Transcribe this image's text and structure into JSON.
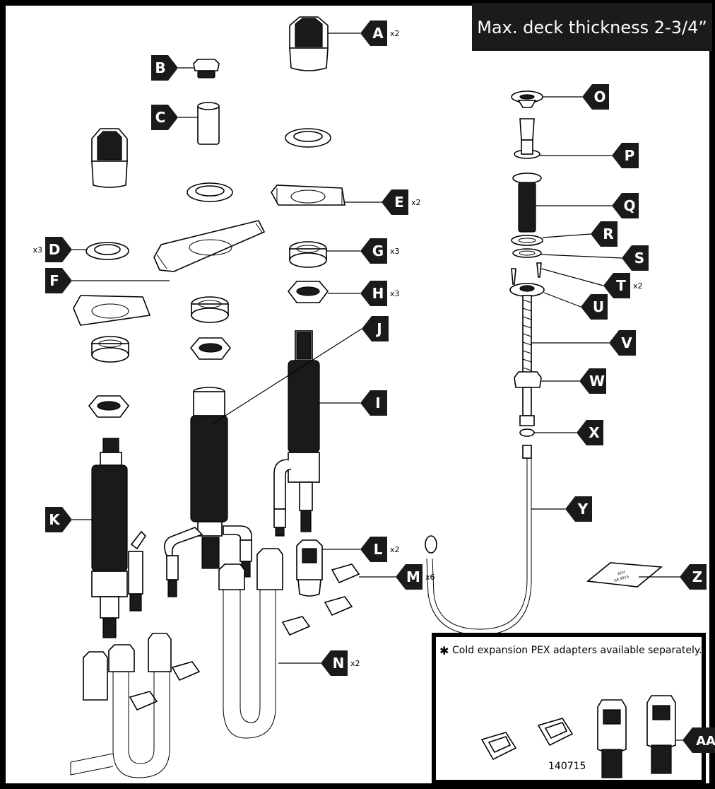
{
  "header": {
    "text": "Max. deck thickness 2-3/4”"
  },
  "callouts": [
    {
      "id": "A",
      "letter": "A",
      "qty": "x2"
    },
    {
      "id": "B",
      "letter": "B",
      "qty": ""
    },
    {
      "id": "C",
      "letter": "C",
      "qty": ""
    },
    {
      "id": "D",
      "letter": "D",
      "qty": "x3"
    },
    {
      "id": "E",
      "letter": "E",
      "qty": "x2"
    },
    {
      "id": "F",
      "letter": "F",
      "qty": ""
    },
    {
      "id": "G",
      "letter": "G",
      "qty": "x3"
    },
    {
      "id": "H",
      "letter": "H",
      "qty": "x3"
    },
    {
      "id": "I",
      "letter": "I",
      "qty": ""
    },
    {
      "id": "J",
      "letter": "J",
      "qty": ""
    },
    {
      "id": "K",
      "letter": "K",
      "qty": ""
    },
    {
      "id": "L",
      "letter": "L",
      "qty": "x2"
    },
    {
      "id": "M",
      "letter": "M",
      "qty": "x6"
    },
    {
      "id": "N",
      "letter": "N",
      "qty": "x2"
    },
    {
      "id": "O",
      "letter": "O",
      "qty": ""
    },
    {
      "id": "P",
      "letter": "P",
      "qty": ""
    },
    {
      "id": "Q",
      "letter": "Q",
      "qty": ""
    },
    {
      "id": "R",
      "letter": "R",
      "qty": ""
    },
    {
      "id": "S",
      "letter": "S",
      "qty": ""
    },
    {
      "id": "T",
      "letter": "T",
      "qty": "x2"
    },
    {
      "id": "U",
      "letter": "U",
      "qty": ""
    },
    {
      "id": "V",
      "letter": "V",
      "qty": ""
    },
    {
      "id": "W",
      "letter": "W",
      "qty": ""
    },
    {
      "id": "X",
      "letter": "X",
      "qty": ""
    },
    {
      "id": "Y",
      "letter": "Y",
      "qty": ""
    },
    {
      "id": "Z",
      "letter": "Z",
      "qty": ""
    },
    {
      "id": "AA",
      "letter": "AA",
      "qty": ""
    }
  ],
  "note": {
    "symbol": "✱",
    "text": "Cold expansion PEX adapters available separately."
  },
  "part_number": "140715",
  "packet_label": {
    "line1": "RCH",
    "line2": "HR 9915"
  },
  "colors": {
    "ink": "#000000",
    "paper": "#ffffff",
    "dark_fill": "#1a1a1a"
  }
}
